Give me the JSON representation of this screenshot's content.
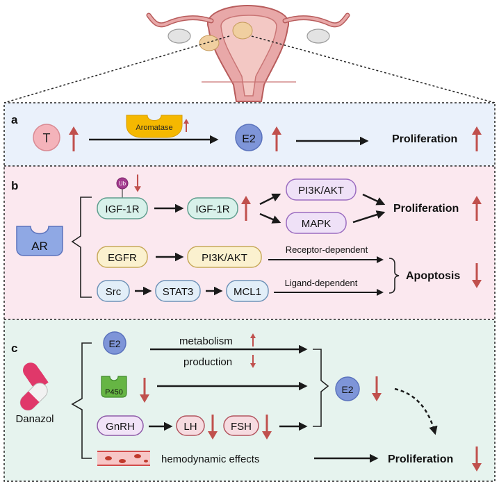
{
  "colors": {
    "panel_a": "#eaf1fb",
    "panel_b": "#fbe8ef",
    "panel_c": "#e6f3ee",
    "up_down_arrow": "#c0504d",
    "testosterone_node": "#f4b3ba",
    "e2_node": "#7e95d8",
    "aromatase": "#f5b800",
    "ar_receptor": "#8fa8e4",
    "ub": "#a23a8d",
    "igf_box": "#d8f1ea",
    "pathway_box": "#efe1f7",
    "egfr_box": "#fbf1cf",
    "blue_box": "#e2eef8",
    "lh_box": "#f6dbe0",
    "p450": "#66b544"
  },
  "uterus": {
    "icon": "uterus-illustration"
  },
  "panel_a": {
    "label": "a",
    "t": "T",
    "aromatase": "Aromatase",
    "e2": "E2",
    "outcome": "Proliferation"
  },
  "panel_b": {
    "label": "b",
    "ar": "AR",
    "ub": "Ub",
    "igf1r_a": "IGF-1R",
    "igf1r_b": "IGF-1R",
    "pi3k_top": "PI3K/AKT",
    "mapk": "MAPK",
    "proliferation": "Proliferation",
    "egfr": "EGFR",
    "pi3k_mid": "PI3K/AKT",
    "receptor_dependent": "Receptor-dependent",
    "apoptosis": "Apoptosis",
    "src": "Src",
    "stat3": "STAT3",
    "mcl1": "MCL1",
    "ligand_dependent": "Ligand-dependent"
  },
  "panel_c": {
    "label": "c",
    "drug": "Danazol",
    "e2_in": "E2",
    "metabolism": "metabolism",
    "production": "production",
    "p450": "P450",
    "gnrh": "GnRH",
    "lh": "LH",
    "fsh": "FSH",
    "e2_out": "E2",
    "hemodynamic": "hemodynamic effects",
    "outcome": "Proliferation"
  }
}
